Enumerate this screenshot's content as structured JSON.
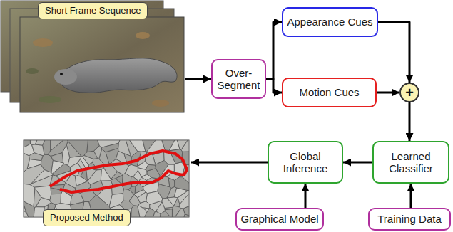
{
  "diagram": {
    "nodes": [
      {
        "text": [
          "Short Frame Sequence"
        ]
      },
      {
        "text": [
          "Over- Segment"
        ]
      },
      {
        "text": [
          "Appearance Cues"
        ]
      },
      {
        "text": [
          "Motion Cues"
        ]
      },
      {
        "text": [
          "+"
        ]
      },
      {
        "text": [
          "Learned Classifier"
        ]
      },
      {
        "text": [
          "Global Inference"
        ]
      },
      {
        "text": [
          "Proposed Method"
        ]
      },
      {
        "text": [
          "Graphical Model"
        ]
      },
      {
        "text": [
          "Training Data"
        ]
      }
    ],
    "edges": [
      {
        "from": 0,
        "to": 1,
        "arrow": "to"
      },
      {
        "from": 1,
        "to": 2,
        "arrow": "to"
      },
      {
        "from": 1,
        "to": 3,
        "arrow": "to"
      },
      {
        "from": 2,
        "to": 4,
        "arrow": "to"
      },
      {
        "from": 3,
        "to": 4,
        "arrow": "to"
      },
      {
        "from": 4,
        "to": 5,
        "arrow": "to"
      },
      {
        "from": 5,
        "to": 6,
        "arrow": "to"
      },
      {
        "from": 6,
        "to": 7,
        "arrow": "to"
      },
      {
        "from": 8,
        "to": 6,
        "arrow": "to"
      },
      {
        "from": 9,
        "to": 5,
        "arrow": "to"
      }
    ]
  }
}
